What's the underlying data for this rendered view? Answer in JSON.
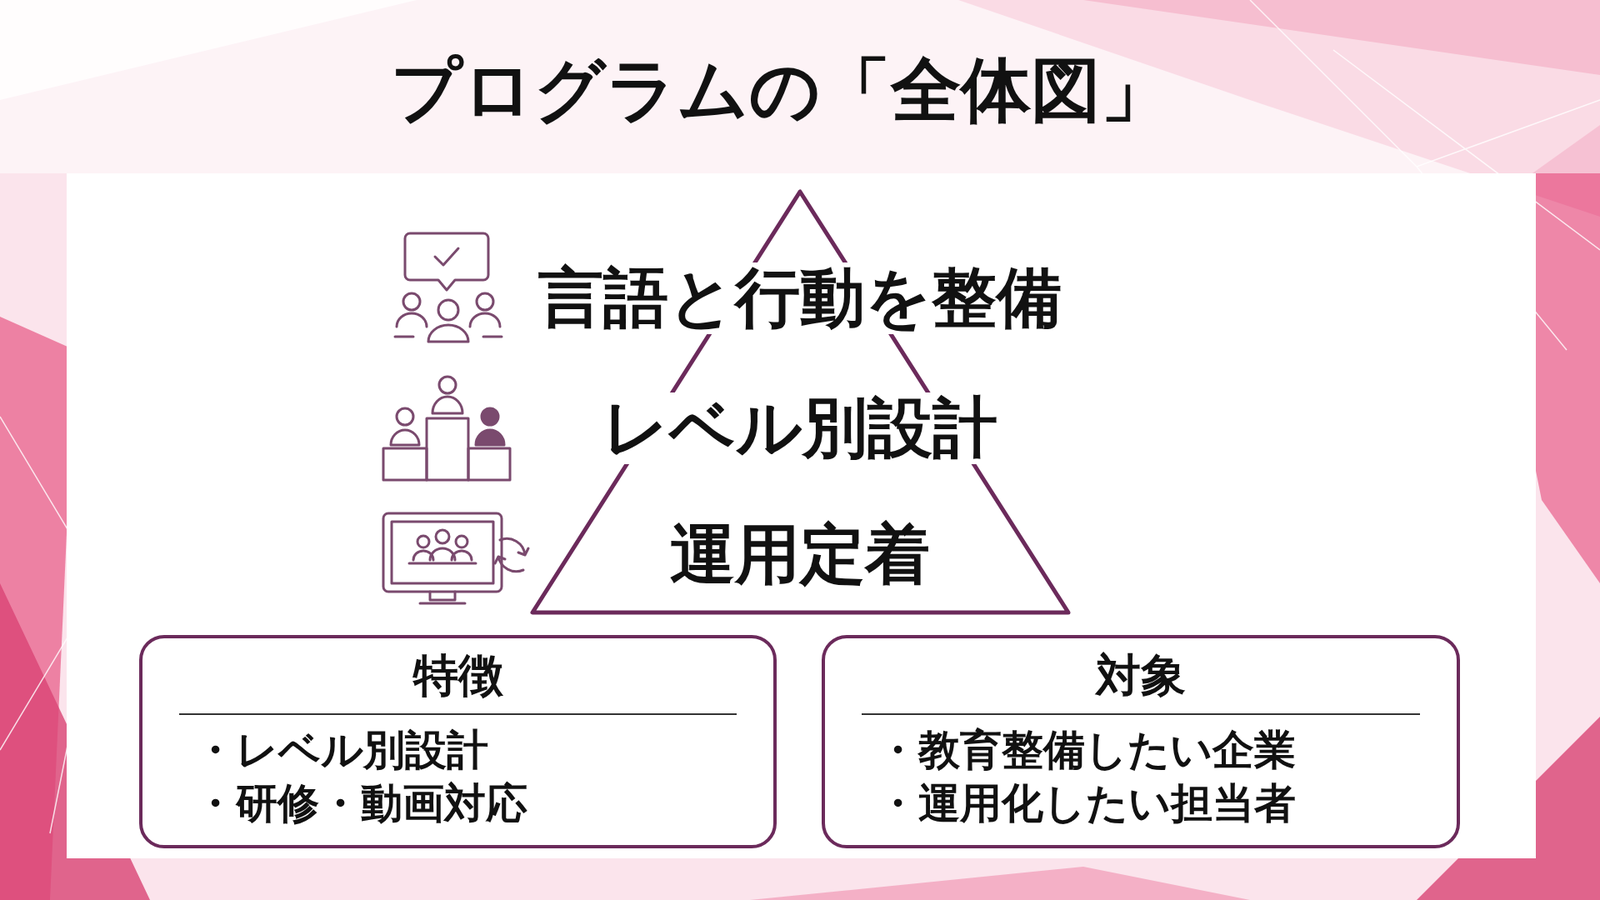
{
  "diagram": {
    "title": "プログラムの「全体図」",
    "nodes": [
      {
        "text": [
          "言語と行動を整備"
        ]
      },
      {
        "text": [
          "レベル別設計"
        ]
      },
      {
        "text": [
          "運用定着"
        ]
      },
      {
        "text": [
          "特徴",
          "・レベル別設計",
          "・研修・動画対応"
        ]
      },
      {
        "text": [
          "対象",
          "・教育整備したい企業",
          "・運用化したい担当者"
        ]
      }
    ]
  }
}
